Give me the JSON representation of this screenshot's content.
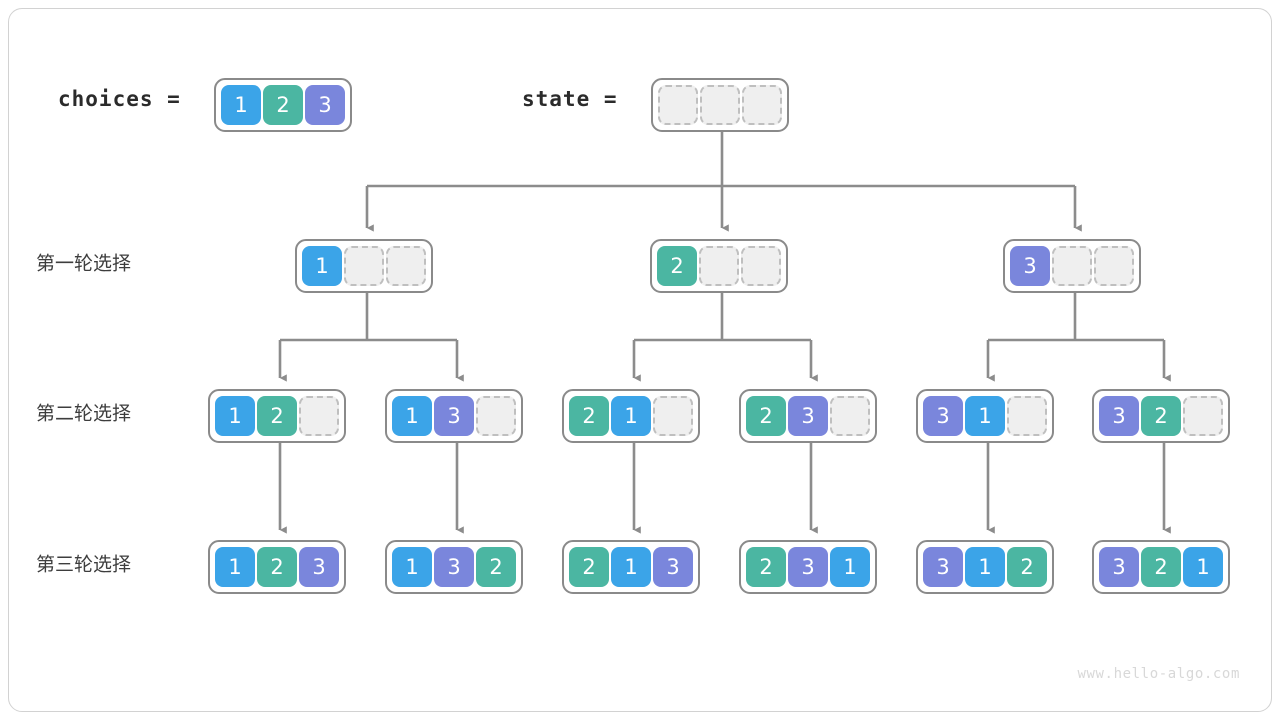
{
  "diagram": {
    "title_watermark": "www.hello-algo.com",
    "palette": {
      "value_1": "#3BA4E8",
      "value_2": "#4BB6A2",
      "value_3": "#7A86DC",
      "empty_cell": "#efefef",
      "empty_border": "#bfbfbf",
      "array_border": "#8a8a8a",
      "connector": "#8c8c8c",
      "frame": "#d2d2d2",
      "text": "#3d3d3d"
    },
    "header": {
      "choices_label": "choices =",
      "choices_values": [
        "1",
        "2",
        "3"
      ],
      "state_label": "state =",
      "state_values": [
        "",
        "",
        ""
      ]
    },
    "row_labels": [
      "第一轮选择",
      "第二轮选择",
      "第三轮选择"
    ],
    "rows": [
      {
        "name": "round-1",
        "nodes": [
          {
            "values": [
              "1",
              "",
              ""
            ]
          },
          {
            "values": [
              "2",
              "",
              ""
            ]
          },
          {
            "values": [
              "3",
              "",
              ""
            ]
          }
        ]
      },
      {
        "name": "round-2",
        "nodes": [
          {
            "values": [
              "1",
              "2",
              ""
            ]
          },
          {
            "values": [
              "1",
              "3",
              ""
            ]
          },
          {
            "values": [
              "2",
              "1",
              ""
            ]
          },
          {
            "values": [
              "2",
              "3",
              ""
            ]
          },
          {
            "values": [
              "3",
              "1",
              ""
            ]
          },
          {
            "values": [
              "3",
              "2",
              ""
            ]
          }
        ]
      },
      {
        "name": "round-3",
        "nodes": [
          {
            "values": [
              "1",
              "2",
              "3"
            ]
          },
          {
            "values": [
              "1",
              "3",
              "2"
            ]
          },
          {
            "values": [
              "2",
              "1",
              "3"
            ]
          },
          {
            "values": [
              "2",
              "3",
              "1"
            ]
          },
          {
            "values": [
              "3",
              "1",
              "2"
            ]
          },
          {
            "values": [
              "3",
              "2",
              "1"
            ]
          }
        ]
      }
    ]
  }
}
